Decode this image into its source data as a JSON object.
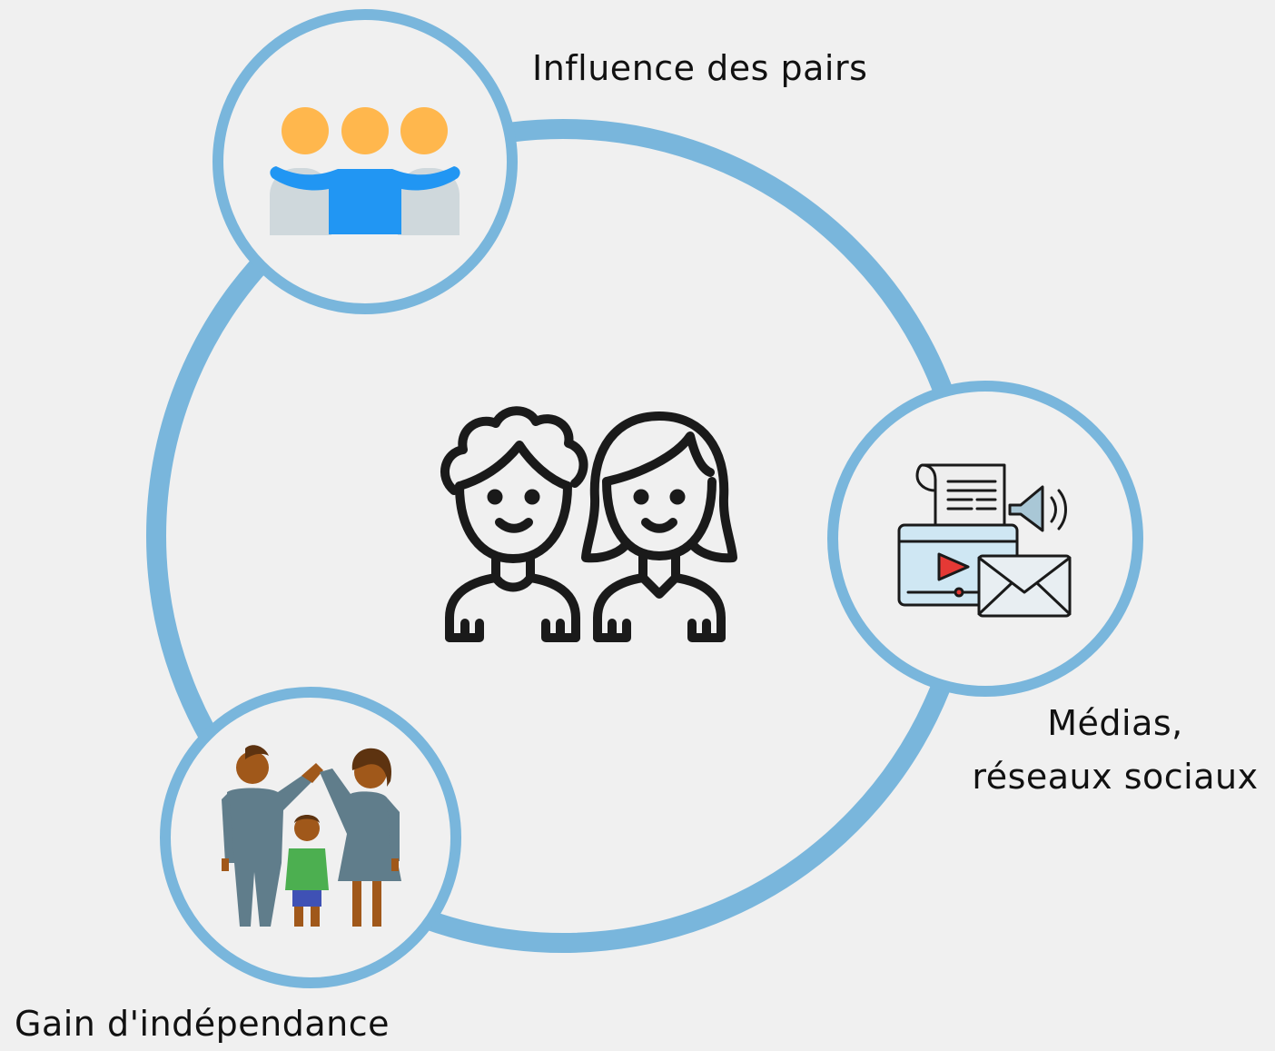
{
  "diagram": {
    "center": {
      "icon": "two-teenagers-outline-icon"
    },
    "nodes": [
      {
        "id": "peers",
        "label": "Influence des pairs",
        "icon": "group-of-people-icon"
      },
      {
        "id": "media",
        "label_line1": "Médias,",
        "label_line2": "réseaux sociaux",
        "icon": "media-newspaper-video-mail-icon"
      },
      {
        "id": "independence",
        "label": "Gain d'indépendance",
        "icon": "family-house-icon"
      }
    ]
  },
  "colors": {
    "background": "#f0f0f0",
    "ring": "#79b6dc",
    "text": "#111111",
    "icon_outline": "#1a1a1a",
    "people_heads": "#ffb74d",
    "people_body": "#2196f3",
    "people_back": "#cfd8dc",
    "family_skin": "#a0581a",
    "family_clothes": "#607d8b",
    "child_shirt": "#4caf50",
    "child_shorts": "#3f51b5",
    "media_screen": "#cfe7f3",
    "media_play": "#e53935"
  }
}
